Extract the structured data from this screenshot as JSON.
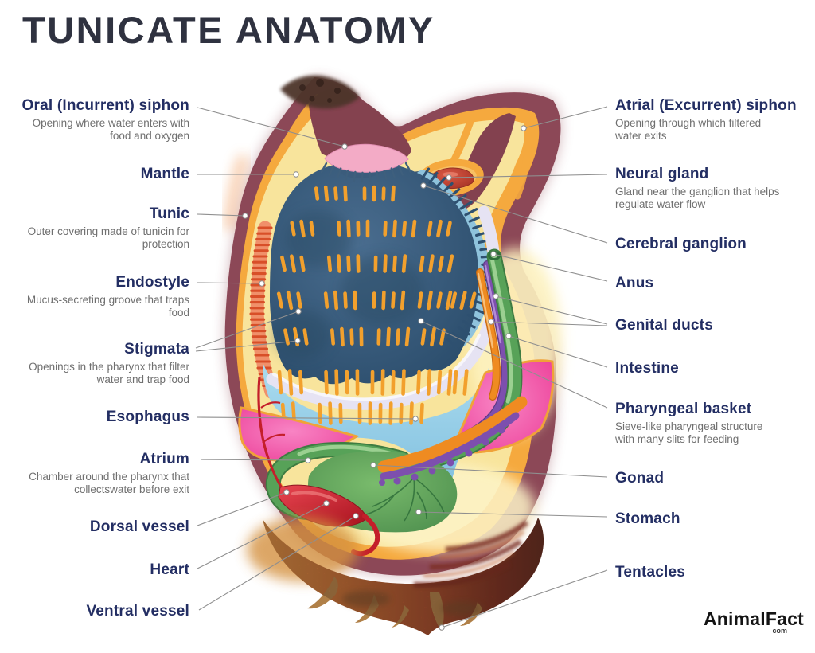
{
  "title": "TUNICATE ANATOMY",
  "logo": {
    "brand": "AnimalFact",
    "tld": "com"
  },
  "labels": {
    "left": [
      {
        "name": "Oral (Incurrent) siphon",
        "description": "Opening where water enters with food and oxygen"
      },
      {
        "name": "Mantle"
      },
      {
        "name": "Tunic",
        "description": "Outer covering made of tunicin for protection"
      },
      {
        "name": "Endostyle",
        "description": "Mucus-secreting groove that traps food"
      },
      {
        "name": "Stigmata",
        "description": "Openings in the pharynx that filter water and trap food"
      },
      {
        "name": "Esophagus"
      },
      {
        "name": "Atrium",
        "description": "Chamber around the pharynx that collectswater before exit"
      },
      {
        "name": "Dorsal vessel"
      },
      {
        "name": "Heart"
      },
      {
        "name": "Ventral vessel"
      }
    ],
    "right": [
      {
        "name": "Atrial (Excurrent) siphon",
        "description": "Opening through which filtered water exits"
      },
      {
        "name": "Neural gland",
        "description": "Gland near the ganglion that helps regulate water flow"
      },
      {
        "name": "Cerebral ganglion"
      },
      {
        "name": "Anus"
      },
      {
        "name": "Genital ducts"
      },
      {
        "name": "Intestine"
      },
      {
        "name": "Pharyngeal basket",
        "description": "Sieve-like pharyngeal structure with many slits for feeding"
      },
      {
        "name": "Gonad"
      },
      {
        "name": "Stomach"
      },
      {
        "name": "Tentacles"
      }
    ]
  },
  "colors": {
    "title_text": "#2f3240",
    "label_text": "#232e63",
    "description_text": "#6f6f6f",
    "leader_line": "#8f8f8f",
    "tunic_wall_maroon": "#8c4857",
    "mantle_orange": "#f5a93e",
    "body_cavity_yellow": "#f8e49c",
    "pharyngeal_basket_blue": "#2e5070",
    "stigmata_orange": "#f2a02d",
    "lower_basket_blue": "#8ecbe5",
    "endostyle_red": "#d84f28",
    "atrium_pink": "#ee55a8",
    "stomach_green": "#5fa85c",
    "intestine_green": "#57a258",
    "genital_duct_purple": "#7d4fae",
    "genital_duct_orange": "#ef8b21",
    "heart_red": "#c41f2a",
    "neural_gland_red": "#c24233",
    "holdfast_rust": "#8e3c2a"
  }
}
